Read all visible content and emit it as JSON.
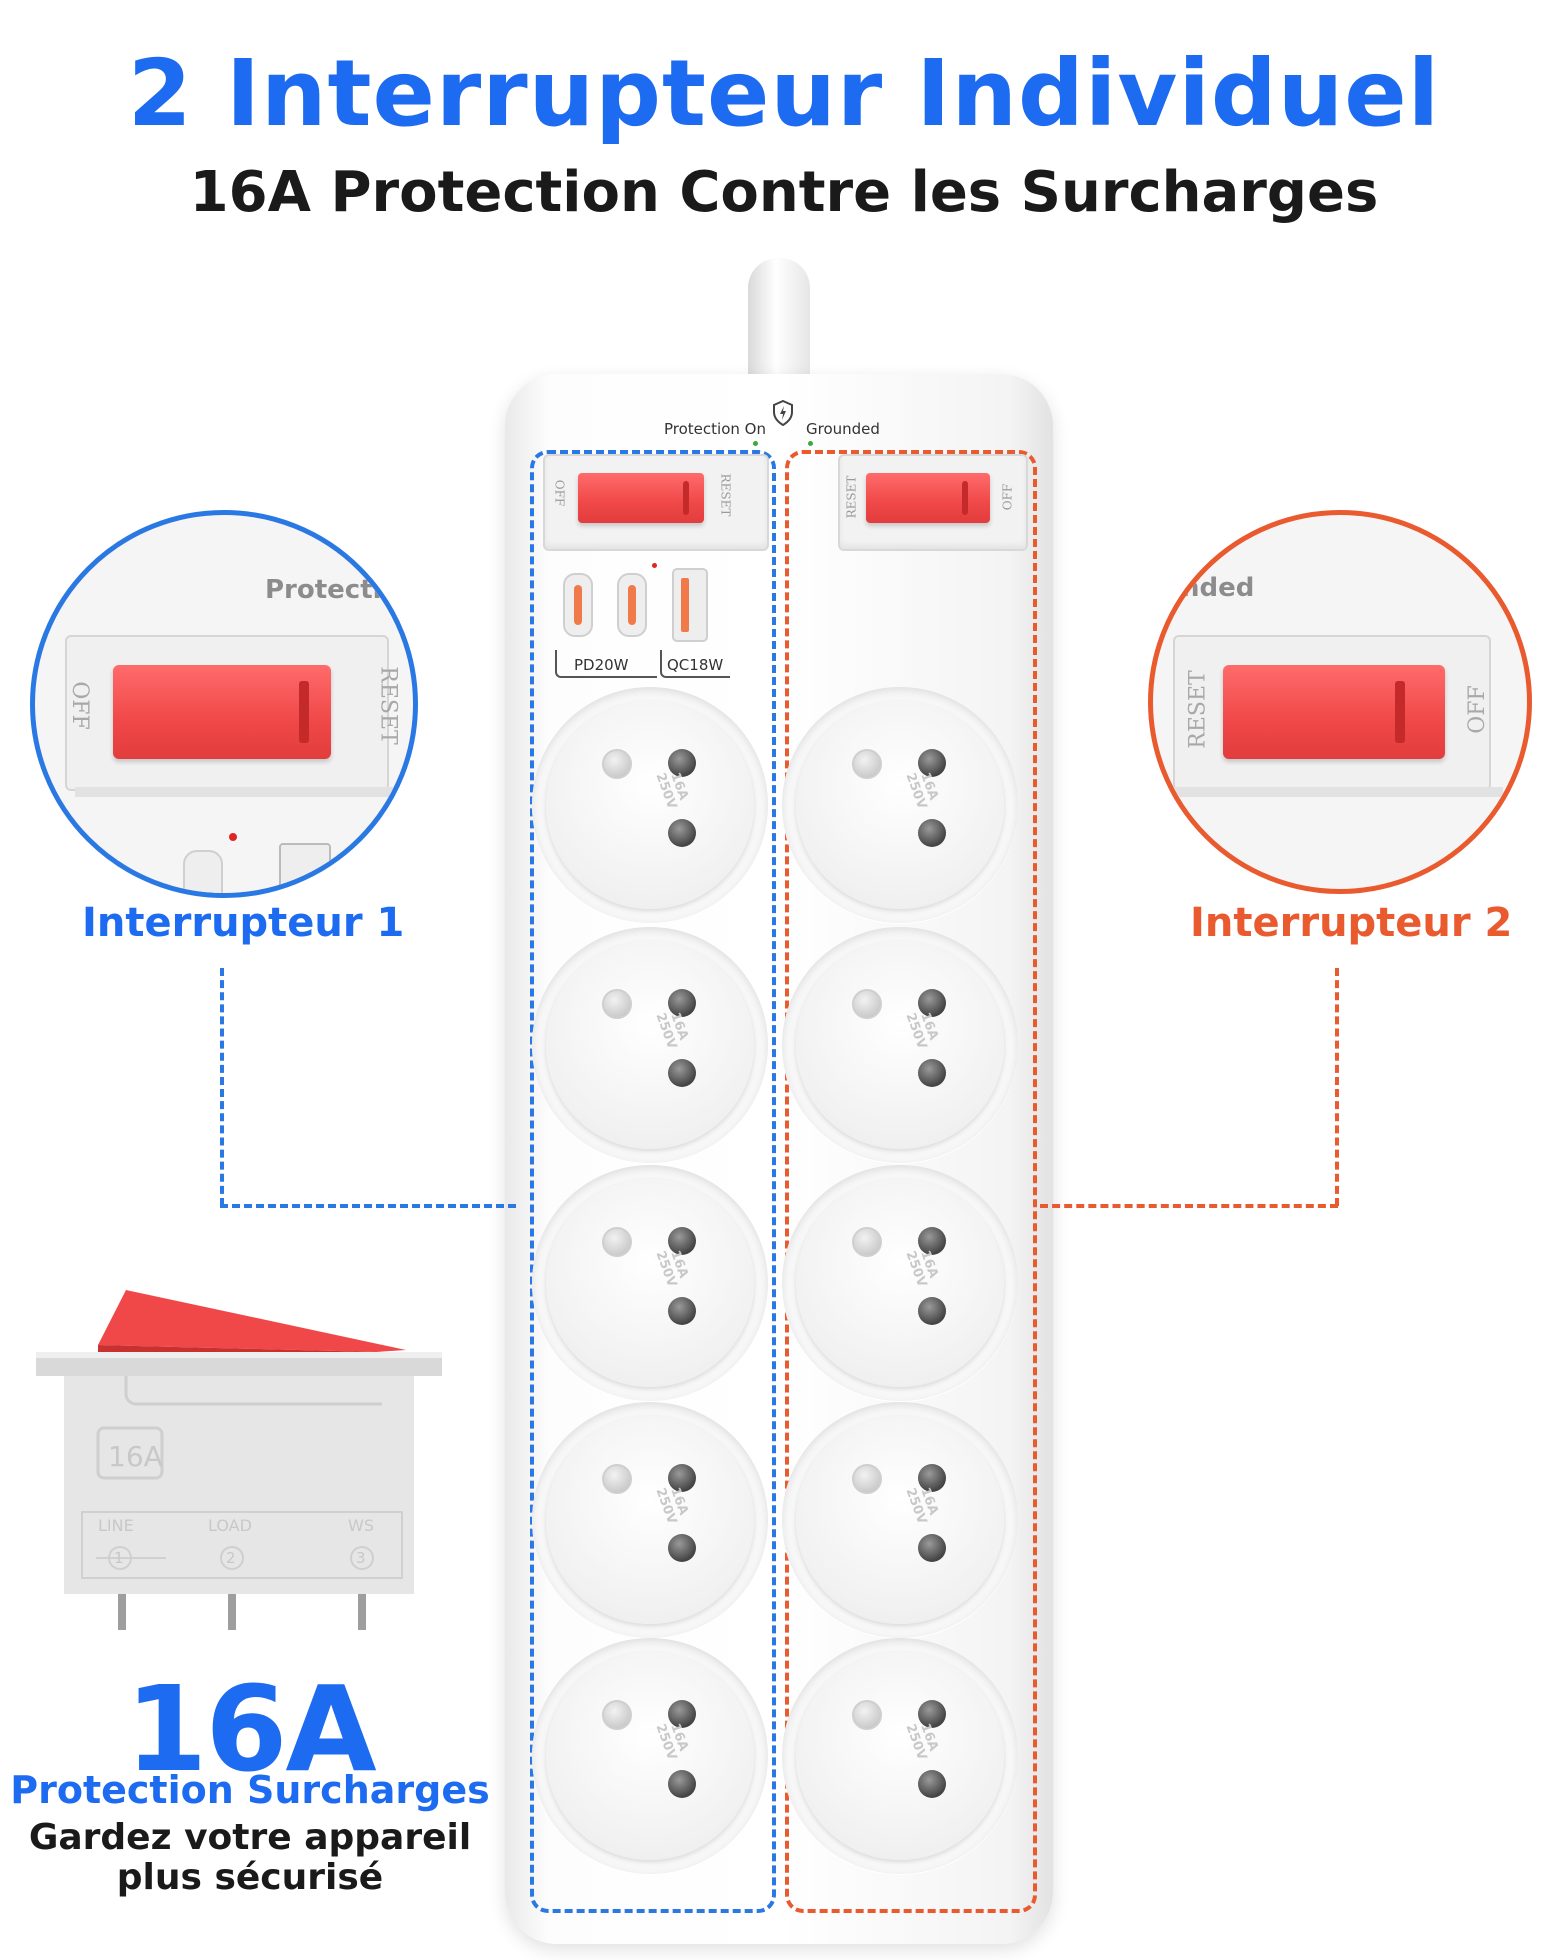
{
  "header": {
    "title": "2 Interrupteur Individuel",
    "subtitle": "16A Protection Contre les Surcharges"
  },
  "strip": {
    "indicator_left": "Protection On",
    "indicator_right": "Grounded",
    "usb_label_pd": "PD20W",
    "usb_label_qc": "QC18W",
    "switch_off": "OFF",
    "switch_reset": "RESET",
    "socket_rating": "16A 250V",
    "socket_count": 10
  },
  "callouts": {
    "left_label": "Interrupteur 1",
    "right_label": "Interrupteur 2",
    "left_zoom_text": "Protectio",
    "right_zoom_text": "nded",
    "zoom_off": "OFF",
    "zoom_reset": "RESET"
  },
  "rocker_detail": {
    "rating_badge": "16A",
    "terminal_labels": [
      "LINE",
      "LOAD",
      "WS"
    ],
    "terminal_numbers": [
      "1",
      "2",
      "3"
    ]
  },
  "protection": {
    "headline": "16A",
    "title": "Protection Surcharges",
    "text_line1": "Gardez votre appareil",
    "text_line2": "plus sécurisé"
  },
  "colors": {
    "blue": "#1d6bf0",
    "orange": "#ea5a2f",
    "rocker_red": "#f04848"
  }
}
